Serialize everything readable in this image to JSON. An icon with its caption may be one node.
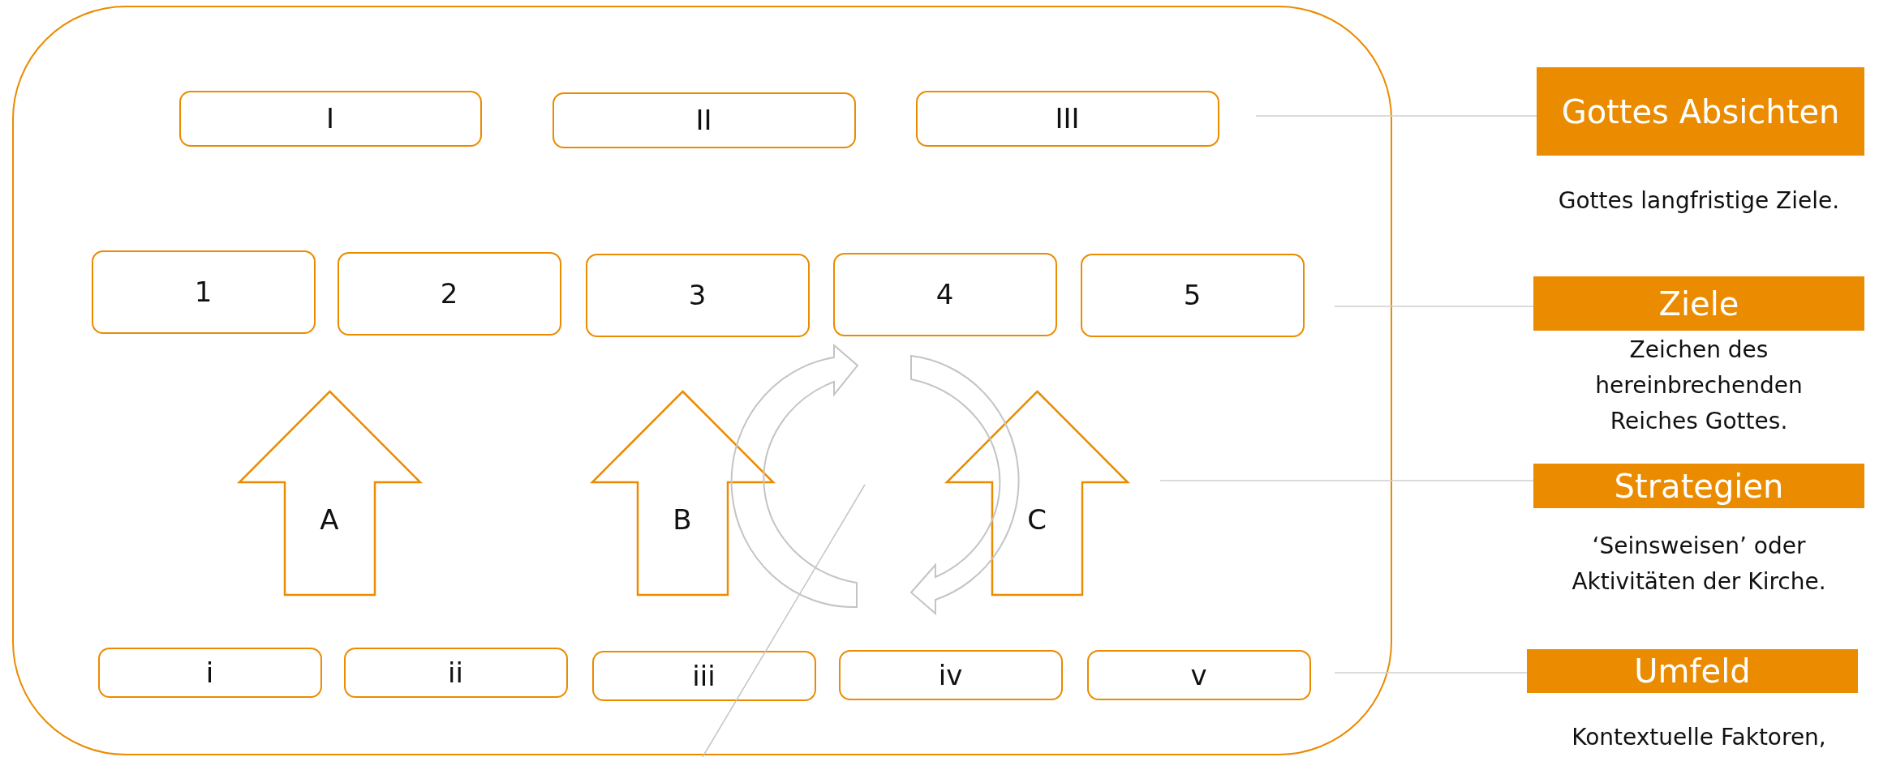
{
  "diagram": {
    "nodes": [
      {
        "text": [],
        "shape": "box"
      },
      {
        "text": [
          "I"
        ],
        "in": 0
      },
      {
        "text": [
          "II"
        ],
        "in": 0
      },
      {
        "text": [
          "III"
        ],
        "in": 0
      },
      {
        "text": [
          "1"
        ],
        "in": 0
      },
      {
        "text": [
          "2"
        ],
        "in": 0
      },
      {
        "text": [
          "3"
        ],
        "in": 0
      },
      {
        "text": [
          "4"
        ],
        "in": 0
      },
      {
        "text": [
          "5"
        ],
        "in": 0
      },
      {
        "text": [
          "A"
        ],
        "in": 0
      },
      {
        "text": [
          "B"
        ],
        "in": 0
      },
      {
        "text": [
          "C"
        ],
        "in": 0
      },
      {
        "text": [
          "i"
        ],
        "in": 0
      },
      {
        "text": [
          "ii"
        ],
        "in": 0
      },
      {
        "text": [
          "iii"
        ],
        "in": 0
      },
      {
        "text": [
          "iv"
        ],
        "in": 0
      },
      {
        "text": [
          "v"
        ],
        "in": 0
      },
      {
        "text": [
          "Gottes Absichten"
        ],
        "beside": [
          "Gottes langfristige Ziele."
        ]
      },
      {
        "text": [
          "Ziele"
        ],
        "beside": [
          "Zeichen des hereinbrechenden Reiches Gottes."
        ]
      },
      {
        "text": [
          "Strategien"
        ],
        "beside": [
          "‘Seinsweisen’ oder Aktivitäten der Kirche."
        ]
      },
      {
        "text": [
          "Umfeld"
        ],
        "beside": [
          "Kontextuelle Faktoren,"
        ]
      }
    ],
    "edges": [
      {
        "from": 17,
        "to": null,
        "arrow": "none"
      },
      {
        "from": 18,
        "to": null,
        "arrow": "none"
      },
      {
        "from": 19,
        "to": null,
        "arrow": "none"
      },
      {
        "from": 20,
        "to": null,
        "arrow": "none"
      }
    ]
  }
}
